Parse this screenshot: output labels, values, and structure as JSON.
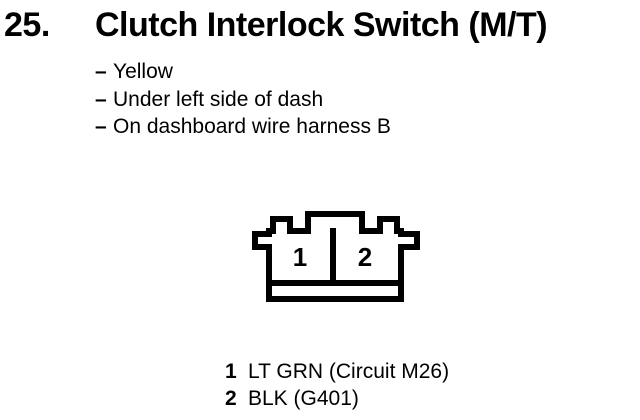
{
  "page": {
    "background": "#ffffff",
    "ink": "#000000"
  },
  "heading": {
    "number": "25.",
    "title": "Clutch Interlock Switch (M/T)"
  },
  "details": {
    "dash": "–",
    "items": [
      {
        "text": "Yellow"
      },
      {
        "text": "Under left side of dash"
      },
      {
        "text": "On dashboard wire harness B"
      }
    ]
  },
  "connector": {
    "type": "2-cavity connector, front view",
    "cavities": [
      {
        "number": "1"
      },
      {
        "number": "2"
      }
    ]
  },
  "legend": {
    "entries": [
      {
        "pin": "1",
        "wire": "LT GRN (Circuit M26)"
      },
      {
        "pin": "2",
        "wire": "BLK (G401)"
      }
    ]
  }
}
